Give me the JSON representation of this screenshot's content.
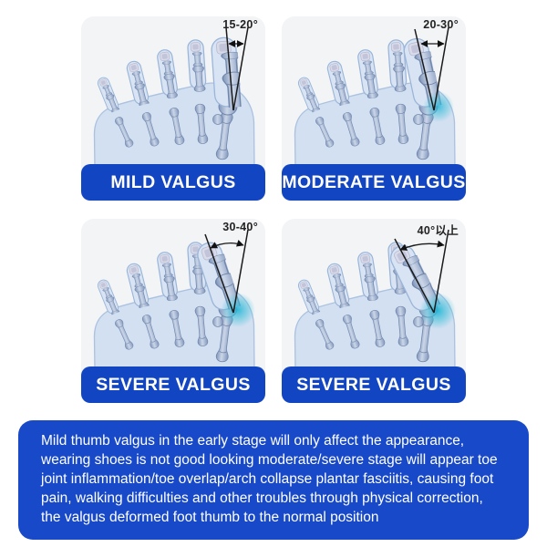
{
  "panels": [
    {
      "id": "mild",
      "angle_label": "15-20°",
      "label": "MILD VALGUS"
    },
    {
      "id": "moderate",
      "angle_label": "20-30°",
      "label": "MODERATE VALGUS"
    },
    {
      "id": "severe",
      "angle_label": "30-40°",
      "label": "SEVERE VALGUS"
    },
    {
      "id": "severe-40plus",
      "angle_label": "40°以上",
      "label": "SEVERE VALGUS"
    }
  ],
  "description": {
    "text": "Mild thumb valgus in the early stage will only affect the appearance, wearing shoes is not good looking moderate/severe stage will appear toe joint inflammation/toe overlap/arch collapse plantar fasciitis, causing foot pain, walking difficulties and other troubles through physical correction, the valgus deformed foot thumb to the normal position"
  },
  "colors": {
    "banner_blue": "#1245c2",
    "description_bg": "#1849c8",
    "panel_bg": "#f3f4f6",
    "highlight_teal": "#35bcd6",
    "bone_blue": "#8aa0c4",
    "foot_fill": "#d3e1f3",
    "annotation_line": "#1a1a1a"
  }
}
